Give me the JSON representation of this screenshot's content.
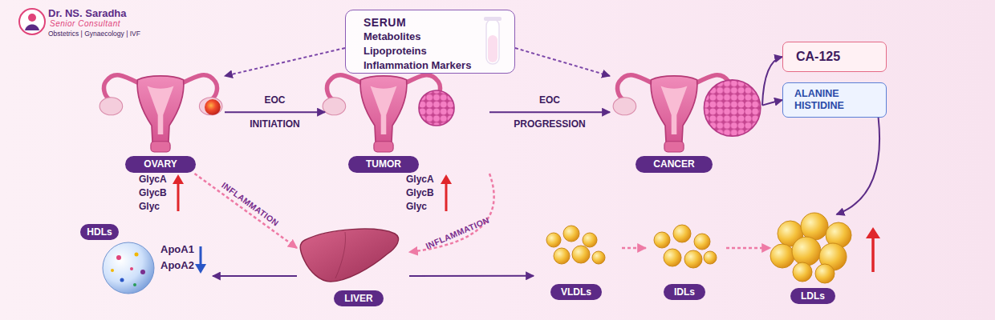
{
  "diagram": {
    "nodes": [
      {
        "text": [
          "SERUM",
          "Metabolites",
          "Lipoproteins",
          "Inflammation Markers"
        ]
      },
      {
        "text": [
          "OVARY"
        ]
      },
      {
        "text": [
          "TUMOR"
        ]
      },
      {
        "text": [
          "CANCER"
        ]
      },
      {
        "text": [
          "CA-125"
        ]
      },
      {
        "text": [
          "ALANINE HISTIDINE"
        ]
      },
      {
        "text": [
          "HDLs"
        ]
      },
      {
        "text": [
          "LIVER"
        ]
      },
      {
        "text": [
          "VLDLs"
        ]
      },
      {
        "text": [
          "IDLs"
        ]
      },
      {
        "text": [
          "LDLs"
        ]
      }
    ],
    "edges": [
      {
        "from": 0,
        "to": 1,
        "arrow": "to"
      },
      {
        "from": 0,
        "to": 3,
        "arrow": "to"
      },
      {
        "from": 1,
        "to": 2,
        "label": "EOC INITIATION",
        "arrow": "to"
      },
      {
        "from": 2,
        "to": 3,
        "label": "EOC PROGRESSION",
        "arrow": "to"
      },
      {
        "from": 3,
        "to": 4,
        "arrow": "to"
      },
      {
        "from": 3,
        "to": 5,
        "arrow": "to"
      },
      {
        "from": 5,
        "to": 10,
        "arrow": "to"
      },
      {
        "from": 1,
        "to": 7,
        "label": "INFLAMMATION",
        "arrow": "to"
      },
      {
        "from": 2,
        "to": 7,
        "label": "INFLAMMATION",
        "arrow": "to"
      },
      {
        "from": 7,
        "to": 6,
        "arrow": "to"
      },
      {
        "from": 7,
        "to": 8,
        "arrow": "to"
      },
      {
        "from": 8,
        "to": 9,
        "arrow": "to"
      },
      {
        "from": 9,
        "to": 10,
        "arrow": "to"
      }
    ],
    "labels": [
      "Dr. NS. Saradha",
      "Senior Consultant",
      "Obstetrics | Gynaecology | IVF",
      "GlycA",
      "GlycB",
      "Glyc",
      "GlycA",
      "GlycB",
      "Glyc",
      "ApoA1",
      "ApoA2"
    ]
  }
}
